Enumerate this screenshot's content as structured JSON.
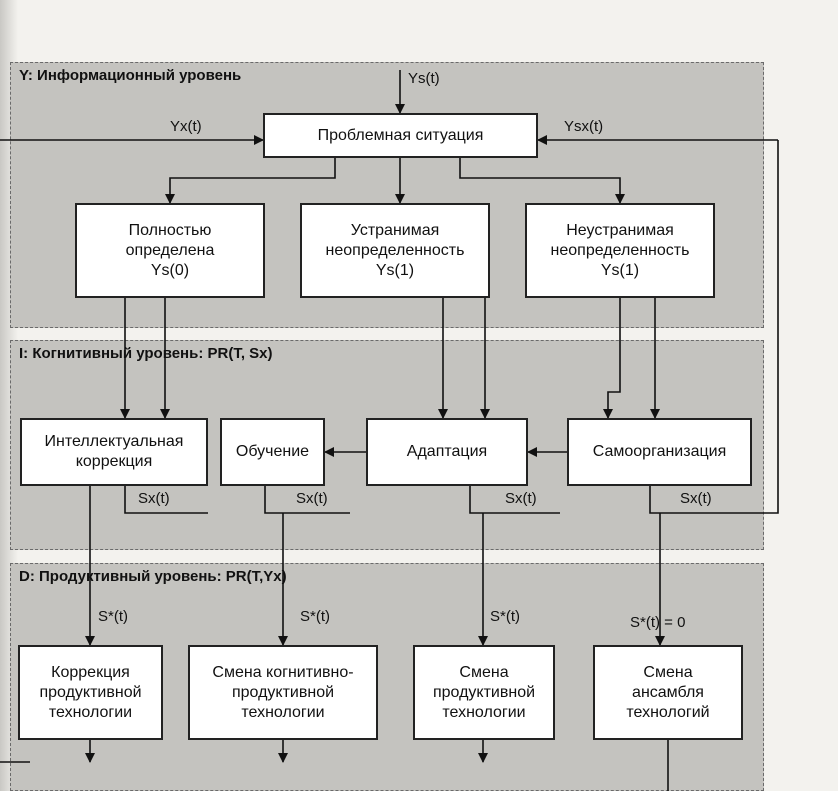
{
  "levels": {
    "y": {
      "title": "Y: Информационный уровень"
    },
    "i": {
      "title": "I: Когнитивный уровень: PR(T, Sx)"
    },
    "d": {
      "title": "D: Продуктивный уровень: PR(T,Yx)"
    }
  },
  "nodes": {
    "problem": {
      "line1": "Проблемная ситуация"
    },
    "defined": {
      "line1": "Полностью",
      "line2": "определена",
      "line3": "Ys(0)"
    },
    "removable": {
      "line1": "Устранимая",
      "line2": "неопределенность",
      "line3": "Ys(1)"
    },
    "irremovable": {
      "line1": "Неустранимая",
      "line2": "неопределенность",
      "line3": "Ys(1)"
    },
    "intellectual": {
      "line1": "Интеллектуальная",
      "line2": "коррекция"
    },
    "learning": {
      "line1": "Обучение"
    },
    "adaptation": {
      "line1": "Адаптация"
    },
    "selforg": {
      "line1": "Самоорганизация"
    },
    "correction": {
      "line1": "Коррекция",
      "line2": "продуктивной",
      "line3": "технологии"
    },
    "cognitive_change": {
      "line1": "Смена когнитивно-",
      "line2": "продуктивной",
      "line3": "технологии"
    },
    "product_change": {
      "line1": "Смена",
      "line2": "продуктивной",
      "line3": "технологии"
    },
    "ensemble_change": {
      "line1": "Смена",
      "line2": "ансамбля",
      "line3": "технологий"
    }
  },
  "signals": {
    "ys_in": "Ys(t)",
    "yx_in": "Yx(t)",
    "ysx_in": "Ysx(t)",
    "sx": "Sx(t)",
    "s_star": "S*(t)",
    "s_star_zero": "S*(t) = 0"
  }
}
